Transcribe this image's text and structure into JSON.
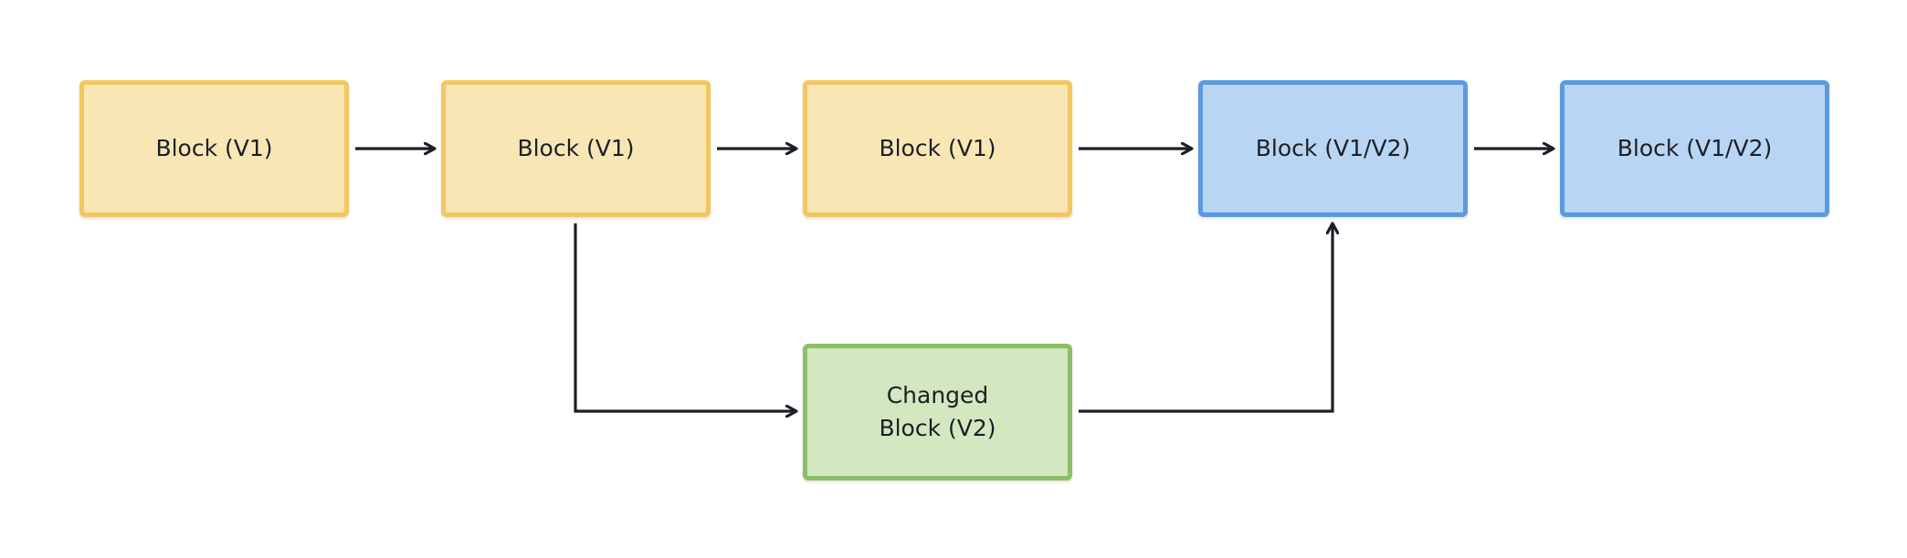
{
  "colors": {
    "v1_fill": "#f8e6b5",
    "v1_border": "#f3c75f",
    "v1v2_fill": "#b8d5f3",
    "v1v2_border": "#5a9ae0",
    "v2_fill": "#d3e7c0",
    "v2_border": "#8dbf67",
    "edge": "#1c1f26"
  },
  "nodes": [
    {
      "id": "n1",
      "label": "Block (V1)",
      "kind": "v1"
    },
    {
      "id": "n2",
      "label": "Block (V1)",
      "kind": "v1"
    },
    {
      "id": "n3",
      "label": "Block (V1)",
      "kind": "v1"
    },
    {
      "id": "n4",
      "label": "Block (V1/V2)",
      "kind": "v1v2"
    },
    {
      "id": "n5",
      "label": "Block (V1/V2)",
      "kind": "v1v2"
    },
    {
      "id": "n6",
      "label": "Changed Block (V2)",
      "kind": "v2"
    }
  ],
  "edges": [
    {
      "from": "n1",
      "to": "n2"
    },
    {
      "from": "n2",
      "to": "n3"
    },
    {
      "from": "n3",
      "to": "n4"
    },
    {
      "from": "n4",
      "to": "n5"
    },
    {
      "from": "n2",
      "to": "n6"
    },
    {
      "from": "n6",
      "to": "n4"
    }
  ]
}
